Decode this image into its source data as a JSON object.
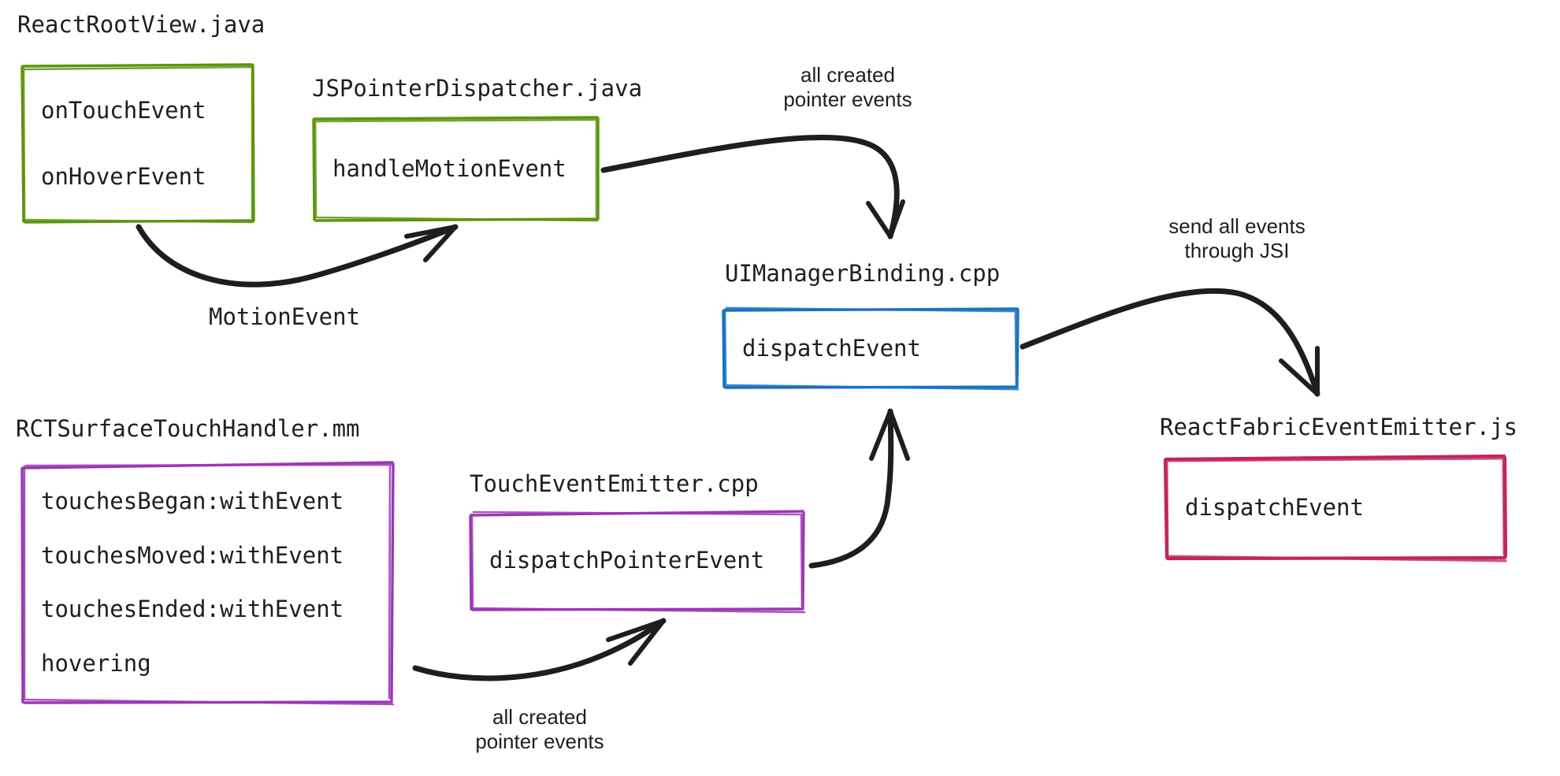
{
  "diagram": {
    "title_caption_style": "monospace hand-drawn",
    "background": "#ffffff",
    "colors": {
      "green": "#5c940d",
      "blue": "#1971c2",
      "purple": "#9c36b5",
      "crimson": "#c2255c",
      "ink": "#1e1e1e"
    },
    "nodes": [
      {
        "id": "react-root-view",
        "caption": "ReactRootView.java",
        "color": "#5c940d",
        "lines": [
          "onTouchEvent",
          "onHoverEvent"
        ]
      },
      {
        "id": "js-pointer-dispatcher",
        "caption": "JSPointerDispatcher.java",
        "color": "#5c940d",
        "lines": [
          "handleMotionEvent"
        ]
      },
      {
        "id": "ui-manager-binding",
        "caption": "UIManagerBinding.cpp",
        "color": "#1971c2",
        "lines": [
          "dispatchEvent"
        ]
      },
      {
        "id": "react-fabric-event-emitter",
        "caption": "ReactFabricEventEmitter.js",
        "color": "#c2255c",
        "lines": [
          "dispatchEvent"
        ]
      },
      {
        "id": "rct-surface-touch-handler",
        "caption": "RCTSurfaceTouchHandler.mm",
        "color": "#9c36b5",
        "lines": [
          "touchesBegan:withEvent",
          "touchesMoved:withEvent",
          "touchesEnded:withEvent",
          "hovering"
        ]
      },
      {
        "id": "touch-event-emitter",
        "caption": "TouchEventEmitter.cpp",
        "color": "#9c36b5",
        "lines": [
          "dispatchPointerEvent"
        ]
      }
    ],
    "edges": [
      {
        "id": "motion-event",
        "from": "react-root-view",
        "to": "js-pointer-dispatcher",
        "label": "MotionEvent",
        "label_font": "mono"
      },
      {
        "id": "android-pointer-events",
        "from": "js-pointer-dispatcher",
        "to": "ui-manager-binding",
        "label": "all created\npointer events",
        "label_font": "sans"
      },
      {
        "id": "ios-pointer-events",
        "from": "rct-surface-touch-handler",
        "to": "touch-event-emitter",
        "label": "all created\npointer events",
        "label_font": "sans"
      },
      {
        "id": "emitter-to-binding",
        "from": "touch-event-emitter",
        "to": "ui-manager-binding",
        "label": "",
        "label_font": "sans"
      },
      {
        "id": "jsi-bridge",
        "from": "ui-manager-binding",
        "to": "react-fabric-event-emitter",
        "label": "send all events\nthrough JSI",
        "label_font": "sans"
      }
    ]
  }
}
